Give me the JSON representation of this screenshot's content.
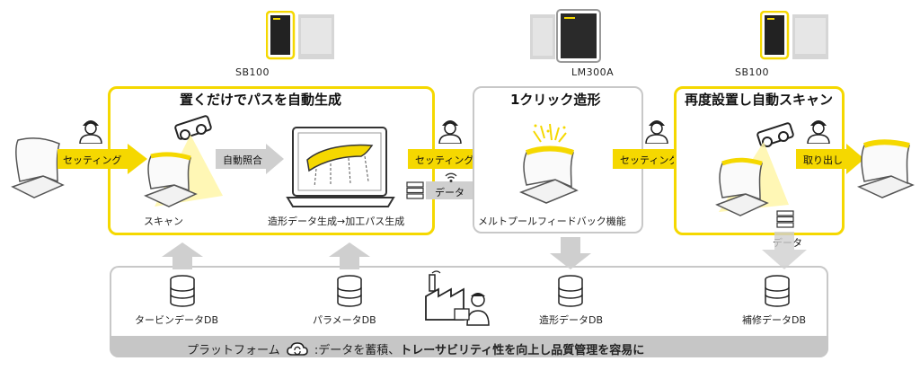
{
  "stages": {
    "stage1": {
      "title": "置くだけでパスを自動生成",
      "machine": "SB100"
    },
    "stage2": {
      "title": "1クリック造形",
      "machine": "LM300A"
    },
    "stage3": {
      "title": "再度設置し自動スキャン",
      "machine": "SB100"
    }
  },
  "arrows": {
    "setting1": "セッティング",
    "setting2": "セッティング",
    "setting3": "セッティング",
    "auto_match": "自動照合",
    "data1": "データ",
    "data2": "データ",
    "remove": "取り出し"
  },
  "labels": {
    "scan": "スキャン",
    "generation": "造形データ生成→加工パス生成",
    "melt_pool": "メルトプールフィードバック機能"
  },
  "databases": {
    "turbine": "タービンデータDB",
    "parameter": "パラメータDB",
    "build": "造形データDB",
    "repair": "補修データDB"
  },
  "platform": {
    "prefix": "プラットフォーム",
    "middle": ":データを蓄積、",
    "bold": "トレーサビリティ性を向上し品質管理を容易に"
  },
  "colors": {
    "accent": "#f5d800",
    "gray": "#c6c6c6",
    "dark": "#222222"
  }
}
